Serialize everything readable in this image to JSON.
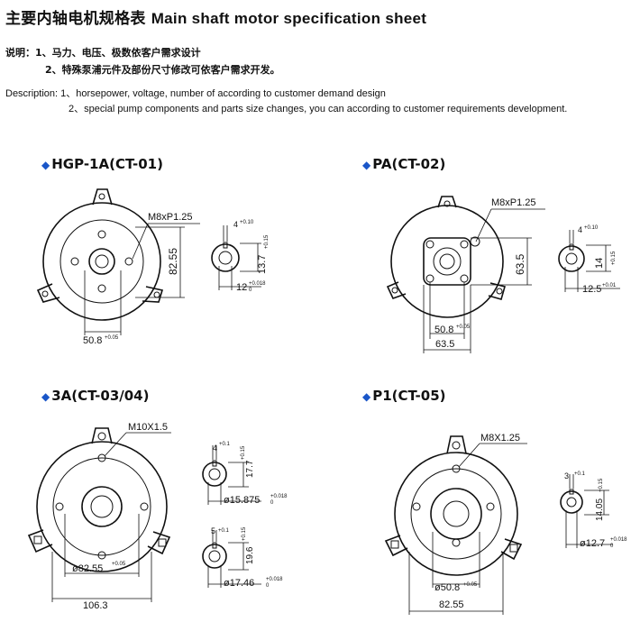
{
  "header": {
    "title_cn": "主要内轴电机规格表",
    "title_en": "Main shaft motor specification sheet"
  },
  "notes_cn": {
    "label": "说明：",
    "line1": "1、马力、电压、极数依客户需求设计",
    "line2": "2、特殊泵浦元件及部份尺寸修改可依客户需求开发。"
  },
  "notes_en": {
    "label": "Description:",
    "line1": "1、horsepower, voltage, number of according to customer demand design",
    "line2": "2、special pump components and parts size changes, you can according to customer requirements development."
  },
  "sections": {
    "hgp": {
      "title": "HGP-1A(CT-01)",
      "thread": "M8xP1.25",
      "height": "82.55",
      "width_main": "50.8",
      "width_tol": "+0.05",
      "key_w": "4",
      "key_w_tol": "+0.10",
      "key_h": "13.7",
      "key_h_tol": "+0.15",
      "shaft_d": "12",
      "shaft_tol_up": "+0.018",
      "shaft_tol_lo": "0"
    },
    "pa": {
      "title": "PA(CT-02)",
      "thread": "M8xP1.25",
      "height": "63.5",
      "width_main": "50.8",
      "width_tol": "+0.05",
      "width_outer": "63.5",
      "key_w": "4",
      "key_w_tol": "+0.10",
      "key_h": "14",
      "key_h_tol": "+0.15",
      "shaft_d": "12.5",
      "shaft_tol": "+0.01"
    },
    "ct34": {
      "title": "3A(CT-03/04)",
      "thread": "M10X1.5",
      "bore": "ø82.55",
      "bore_tol": "+0.05",
      "width": "106.3",
      "key1_w": "4",
      "key1_w_tol": "+0.1",
      "key1_h": "17.7",
      "key1_h_tol": "+0.15",
      "shaft1_d": "ø15.875",
      "shaft1_tol_up": "+0.018",
      "shaft1_tol_lo": "0",
      "key2_w": "5",
      "key2_w_tol": "+0.1",
      "key2_h": "19.6",
      "key2_h_tol": "+0.15",
      "shaft2_d": "ø17.46",
      "shaft2_tol_up": "+0.018",
      "shaft2_tol_lo": "0"
    },
    "p1": {
      "title": "P1(CT-05)",
      "thread": "M8X1.25",
      "bore": "ø50.8",
      "bore_tol": "+0.05",
      "width": "82.55",
      "key_w": "3",
      "key_w_tol": "+0.1",
      "key_h": "14.05",
      "key_h_tol": "+0.15",
      "shaft_d": "ø12.7",
      "shaft_tol_up": "+0.018",
      "shaft_tol_lo": "0"
    }
  },
  "colors": {
    "accent": "#1a56c8",
    "line": "#111111"
  }
}
